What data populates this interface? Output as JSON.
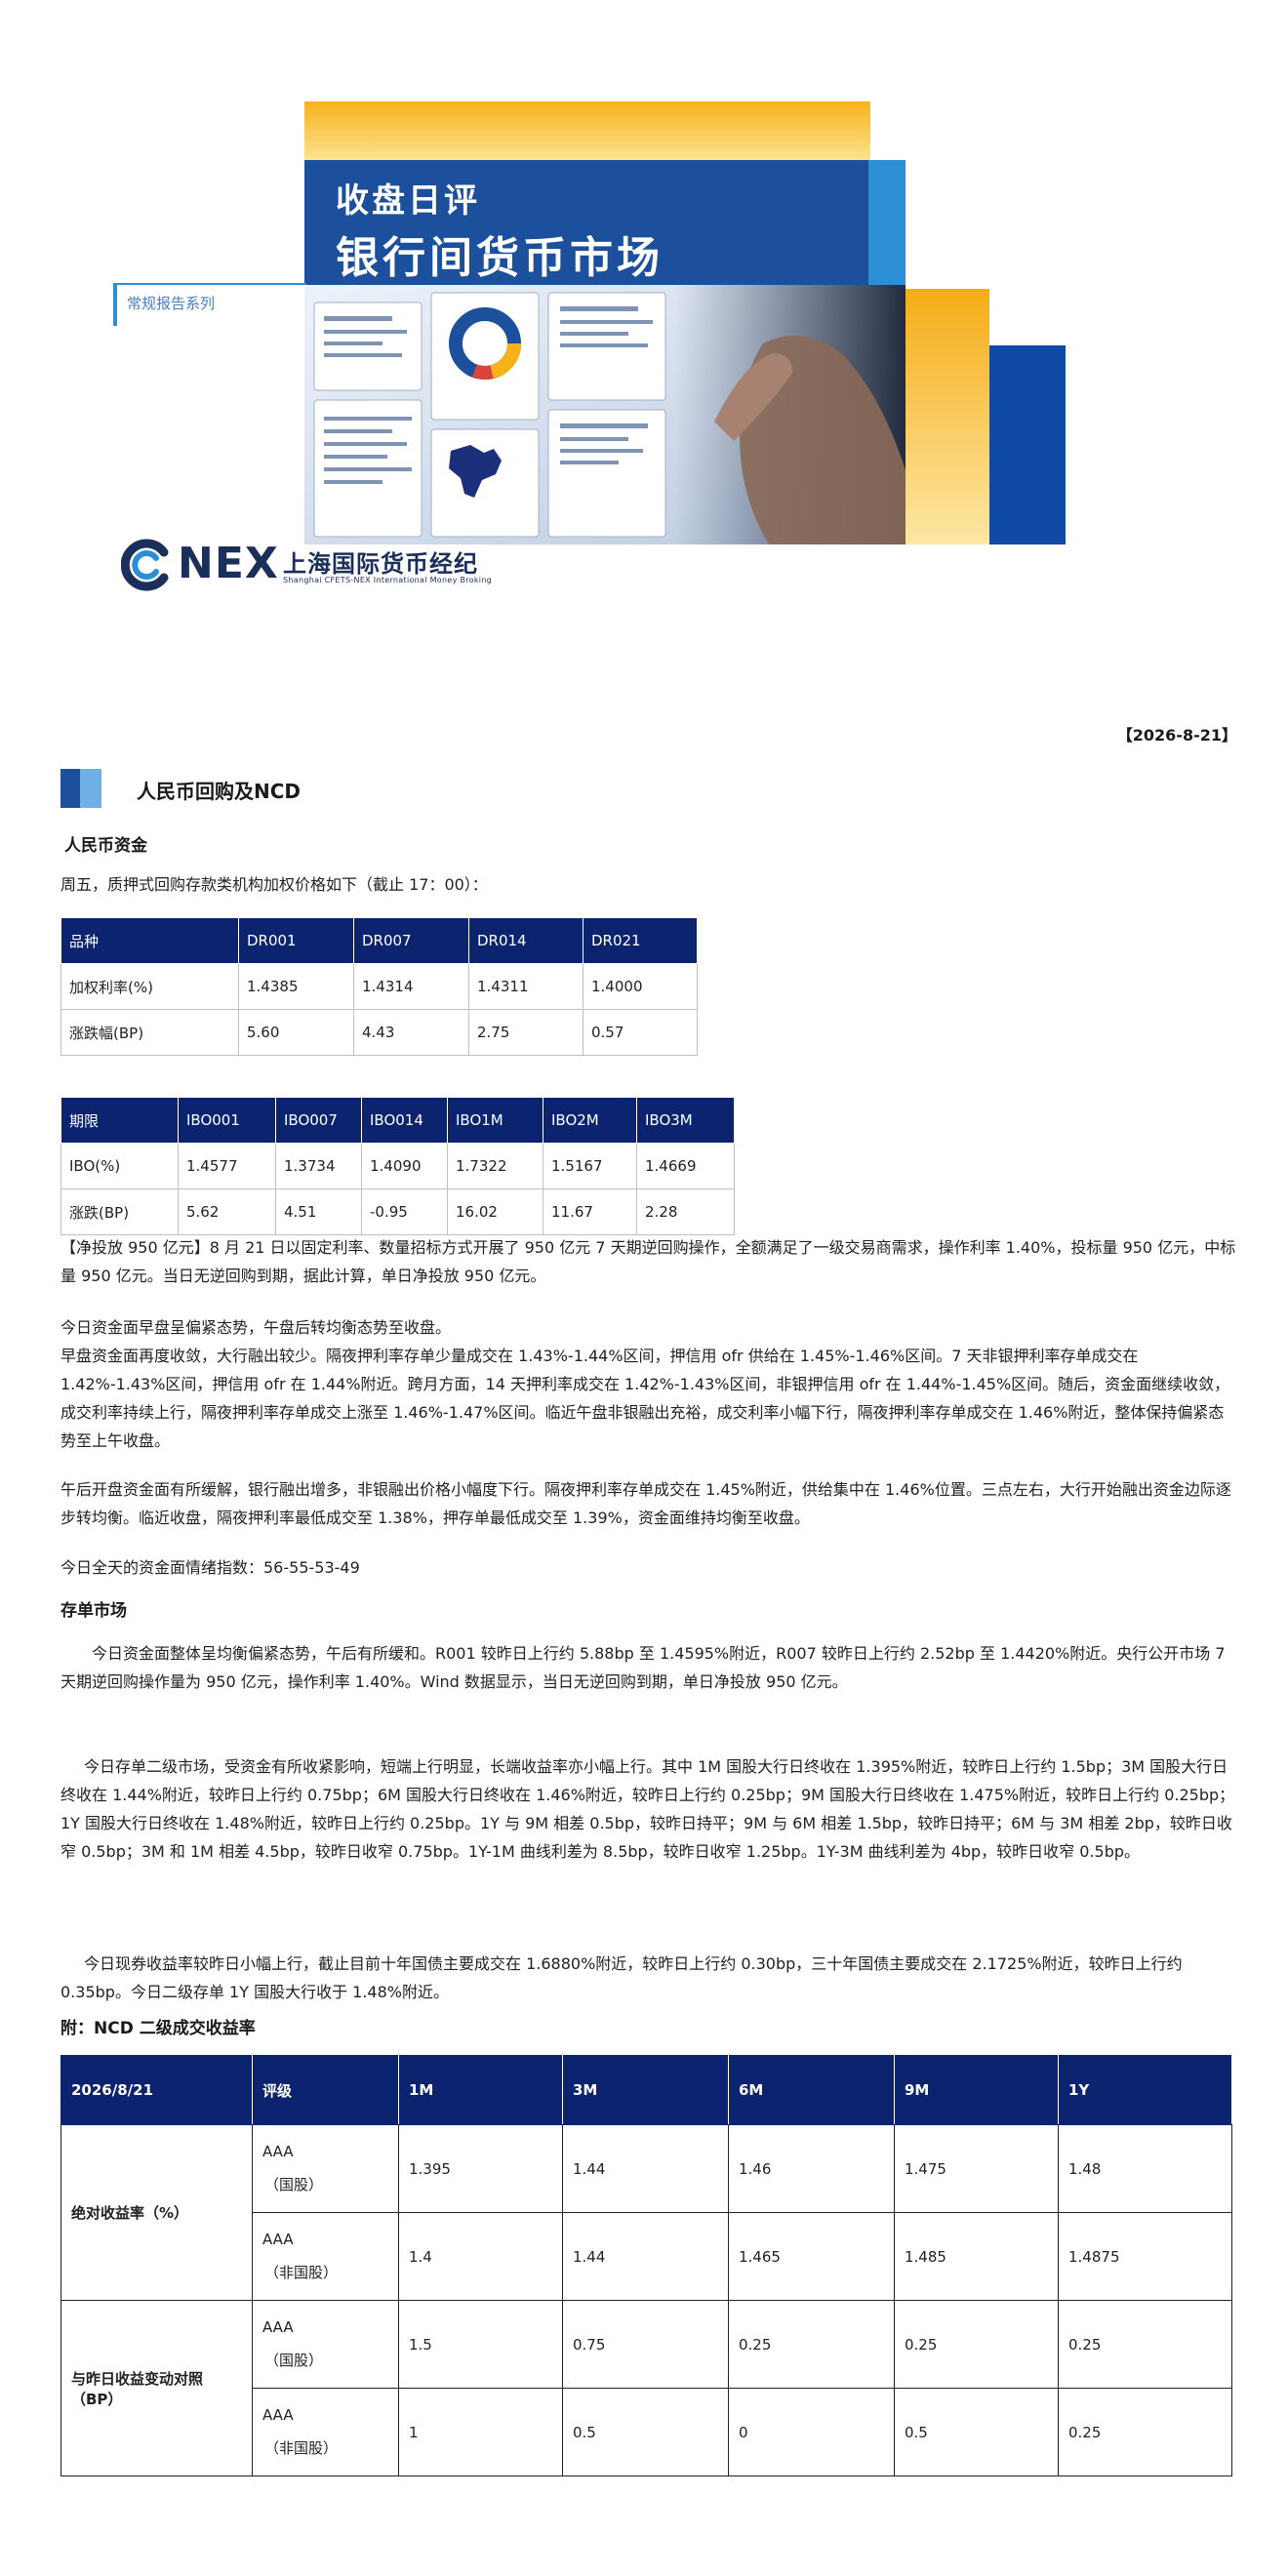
{
  "cover": {
    "title_line1": "收盘日评",
    "title_line2": "银行间货币市场",
    "series_label": "常规报告系列",
    "logo_main": "NEX",
    "logo_cn": "上海国际货币经纪",
    "logo_en": "Shanghai CFETS-NEX International Money Broking"
  },
  "report_date": "【2026-8-21】",
  "section_title": "人民币回购及NCD",
  "rmb_funds": {
    "heading": "人民币资金",
    "intro": "周五，质押式回购存款类机构加权价格如下（截止 17：00）：",
    "dr_table": {
      "headers": [
        "品种",
        "DR001",
        "DR007",
        "DR014",
        "DR021"
      ],
      "rows": [
        [
          "加权利率(%)",
          "1.4385",
          "1.4314",
          "1.4311",
          "1.4000"
        ],
        [
          "涨跌幅(BP)",
          "5.60",
          "4.43",
          "2.75",
          "0.57"
        ]
      ]
    },
    "ibo_table": {
      "headers": [
        "期限",
        "IBO001",
        "IBO007",
        "IBO014",
        "IBO1M",
        "IBO2M",
        "IBO3M"
      ],
      "rows": [
        [
          "IBO(%)",
          "1.4577",
          "1.3734",
          "1.4090",
          "1.7322",
          "1.5167",
          "1.4669"
        ],
        [
          "涨跌(BP)",
          "5.62",
          "4.51",
          "-0.95",
          "16.02",
          "11.67",
          "2.28"
        ]
      ]
    },
    "para_net": "【净投放 950 亿元】8 月 21 日以固定利率、数量招标方式开展了 950 亿元 7 天期逆回购操作，全额满足了一级交易商需求，操作利率 1.40%，投标量 950 亿元，中标量 950 亿元。当日无逆回购到期，据此计算，单日净投放 950 亿元。",
    "para_am1": "今日资金面早盘呈偏紧态势，午盘后转均衡态势至收盘。",
    "para_am2": "早盘资金面再度收敛，大行融出较少。隔夜押利率存单少量成交在 1.43%-1.44%区间，押信用 ofr 供给在 1.45%-1.46%区间。7 天非银押利率存单成交在 1.42%-1.43%区间，押信用 ofr 在 1.44%附近。跨月方面，14 天押利率成交在 1.42%-1.43%区间，非银押信用 ofr 在 1.44%-1.45%区间。随后，资金面继续收敛，成交利率持续上行，隔夜押利率存单成交上涨至 1.46%-1.47%区间。临近午盘非银融出充裕，成交利率小幅下行，隔夜押利率存单成交在 1.46%附近，整体保持偏紧态势至上午收盘。",
    "para_pm": "午后开盘资金面有所缓解，银行融出增多，非银融出价格小幅度下行。隔夜押利率存单成交在 1.45%附近，供给集中在 1.46%位置。三点左右，大行开始融出资金边际逐步转均衡。临近收盘，隔夜押利率最低成交至 1.38%，押存单最低成交至 1.39%，资金面维持均衡至收盘。",
    "para_mood": "今日全天的资金面情绪指数：56-55-53-49"
  },
  "cd_market": {
    "heading": "存单市场",
    "para1": "今日资金面整体呈均衡偏紧态势，午后有所缓和。R001 较昨日上行约 5.88bp 至 1.4595%附近，R007 较昨日上行约 2.52bp 至 1.4420%附近。央行公开市场 7 天期逆回购操作量为 950 亿元，操作利率 1.40%。Wind 数据显示，当日无逆回购到期，单日净投放 950 亿元。",
    "para2": "今日存单二级市场，受资金有所收紧影响，短端上行明显，长端收益率亦小幅上行。其中 1M 国股大行日终收在 1.395%附近，较昨日上行约 1.5bp；3M 国股大行日终收在 1.44%附近，较昨日上行约 0.75bp；6M 国股大行日终收在 1.46%附近，较昨日上行约 0.25bp；9M 国股大行日终收在 1.475%附近，较昨日上行约 0.25bp；1Y 国股大行日终收在 1.48%附近，较昨日上行约 0.25bp。1Y 与 9M 相差 0.5bp，较昨日持平；9M 与 6M 相差 1.5bp，较昨日持平；6M 与 3M 相差 2bp，较昨日收窄 0.5bp；3M 和 1M 相差 4.5bp，较昨日收窄 0.75bp。1Y-1M 曲线利差为 8.5bp，较昨日收窄 1.25bp。1Y-3M 曲线利差为 4bp，较昨日收窄 0.5bp。",
    "para3": "今日现券收益率较昨日小幅上行，截止目前十年国债主要成交在 1.6880%附近，较昨日上行约 0.30bp，三十年国债主要成交在 2.1725%附近，较昨日上行约 0.35bp。今日二级存单 1Y 国股大行收于 1.48%附近。"
  },
  "ncd_table": {
    "caption": "附：NCD 二级成交收益率",
    "headers": [
      "2026/8/21",
      "评级",
      "1M",
      "3M",
      "6M",
      "9M",
      "1Y"
    ],
    "group_abs": "绝对收益率（%）",
    "group_chg": "与昨日收益变动对照（BP）",
    "grade_main": "AAA",
    "grade_state": "（国股）",
    "grade_nonstate": "（非国股）",
    "abs_state": [
      "1.395",
      "1.44",
      "1.46",
      "1.475",
      "1.48"
    ],
    "abs_nonstate": [
      "1.4",
      "1.44",
      "1.465",
      "1.485",
      "1.4875"
    ],
    "chg_state": [
      "1.5",
      "0.75",
      "0.25",
      "0.25",
      "0.25"
    ],
    "chg_nonstate": [
      "1",
      "0.5",
      "0",
      "0.5",
      "0.25"
    ]
  }
}
